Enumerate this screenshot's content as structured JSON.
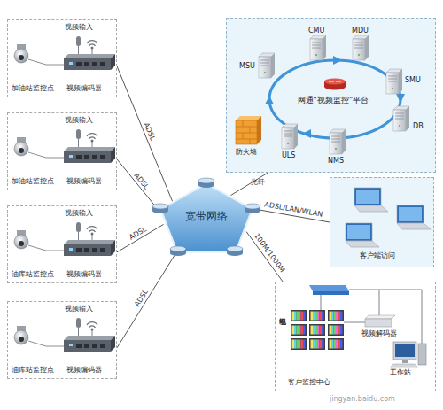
{
  "diagram": {
    "nodes": [
      {
        "text": [
          "视频输入",
          "加油站监控点",
          "视频编码器"
        ]
      },
      {
        "text": [
          "视频输入",
          "加油站监控点",
          "视频编码器"
        ]
      },
      {
        "text": [
          "视频输入",
          "油库站监控点",
          "视频编码器"
        ]
      },
      {
        "text": [
          "视频输入",
          "油库站监控点",
          "视频编码器"
        ]
      },
      {
        "text": [
          "宽带网络"
        ]
      },
      {
        "text": [
          "网通“视频监控”平台"
        ]
      },
      {
        "text": [
          "客户端访问"
        ]
      },
      {
        "text": [
          "客户监控中心"
        ]
      }
    ],
    "edges": [
      {
        "from": 0,
        "to": 4,
        "label": "ADSL",
        "arrow": "none"
      },
      {
        "from": 1,
        "to": 4,
        "label": "ADSL",
        "arrow": "none"
      },
      {
        "from": 2,
        "to": 4,
        "label": "ADSL",
        "arrow": "none"
      },
      {
        "from": 3,
        "to": 4,
        "label": "ADSL",
        "arrow": "none"
      },
      {
        "from": 4,
        "to": 5,
        "label": "光纤",
        "arrow": "none"
      },
      {
        "from": 4,
        "to": 6,
        "label": "ADSL/LAN/WLAN",
        "arrow": "none"
      },
      {
        "from": 4,
        "to": 7,
        "label": "100M/1000M",
        "arrow": "none"
      }
    ],
    "labels": [
      "CMU",
      "MDU",
      "MSU",
      "SMU",
      "DB",
      "NMS",
      "ULS",
      "防火墙",
      "电视墙",
      "视频解码器",
      "工作站",
      "jingyan.baidu.com"
    ]
  }
}
